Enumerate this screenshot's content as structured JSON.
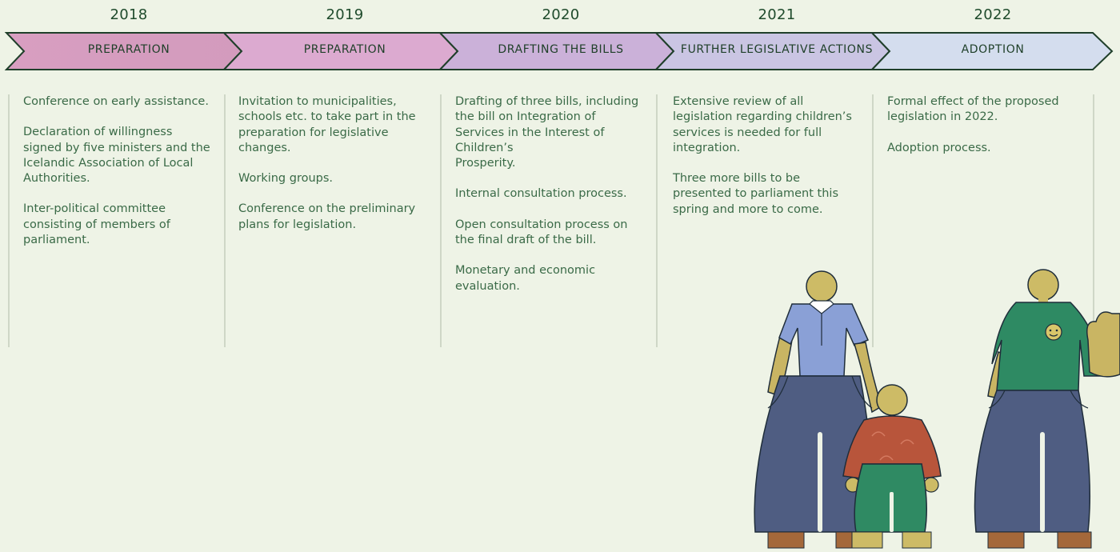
{
  "timeline": [
    {
      "year": "2018",
      "phase": "PREPARATION",
      "items": [
        "Conference on early assistance.",
        "Declaration of willingness\nsigned by five ministers and the\nIcelandic Association of Local\nAuthorities.",
        "Inter-political committee\nconsisting of members of\nparliament."
      ]
    },
    {
      "year": "2019",
      "phase": "PREPARATION",
      "items": [
        "Invitation to municipalities,\nschools etc. to take part in the\npreparation for legislative\nchanges.",
        "Working groups.",
        "Conference on the preliminary\nplans for legislation."
      ]
    },
    {
      "year": "2020",
      "phase": "DRAFTING THE BILLS",
      "items": [
        "Drafting of three bills, including\nthe bill on Integration of\nServices in the Interest of\nChildren’s\nProsperity.",
        "Internal consultation process.",
        "Open consultation process on\nthe final draft of the bill.",
        "Monetary and economic\nevaluation."
      ]
    },
    {
      "year": "2021",
      "phase": "FURTHER LEGISLATIVE ACTIONS",
      "items": [
        "Extensive review of all\nlegislation regarding children’s\nservices is needed for full\nintegration.",
        "Three more bills to be\npresented to parliament this\nspring and more to come."
      ]
    },
    {
      "year": "2022",
      "phase": "ADOPTION",
      "items": [
        "Formal effect of the proposed\nlegislation in 2022.",
        "Adoption process."
      ]
    }
  ],
  "colors": {
    "background": "#eef3e6",
    "phase_fills": [
      "#d59fbf",
      "#dba9cf",
      "#ccb0d8",
      "#c9c3e2",
      "#d3dced"
    ],
    "text": "#3a6a47",
    "year_text": "#1f4b2c"
  }
}
